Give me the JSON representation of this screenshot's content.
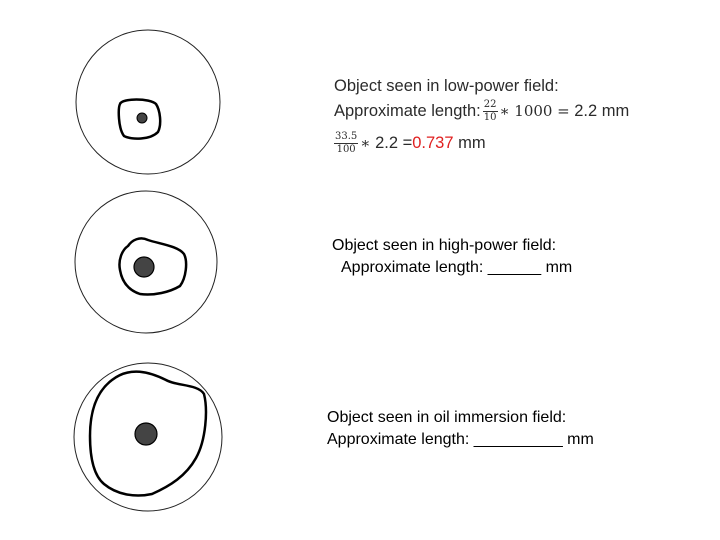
{
  "low_power": {
    "title": "Object seen in low-power field:",
    "length_label": "Approximate length:",
    "frac1_num": "22",
    "frac1_den": "10",
    "times": "∗",
    "multiplier": "1000",
    "equals": "=",
    "result1": "2.2 mm",
    "frac2_num": "33.5",
    "frac2_den": "100",
    "times2": "∗",
    "factor2": "2.2",
    "equals2": "=",
    "result2": "0.737",
    "result2_unit": " mm",
    "result_color": "#e02020"
  },
  "high_power": {
    "title": "Object seen in high-power field:",
    "length_line": "Approximate length: ______ mm"
  },
  "oil_immersion": {
    "title": "Object seen in oil immersion field:",
    "length_line": "Approximate length: __________ mm"
  }
}
